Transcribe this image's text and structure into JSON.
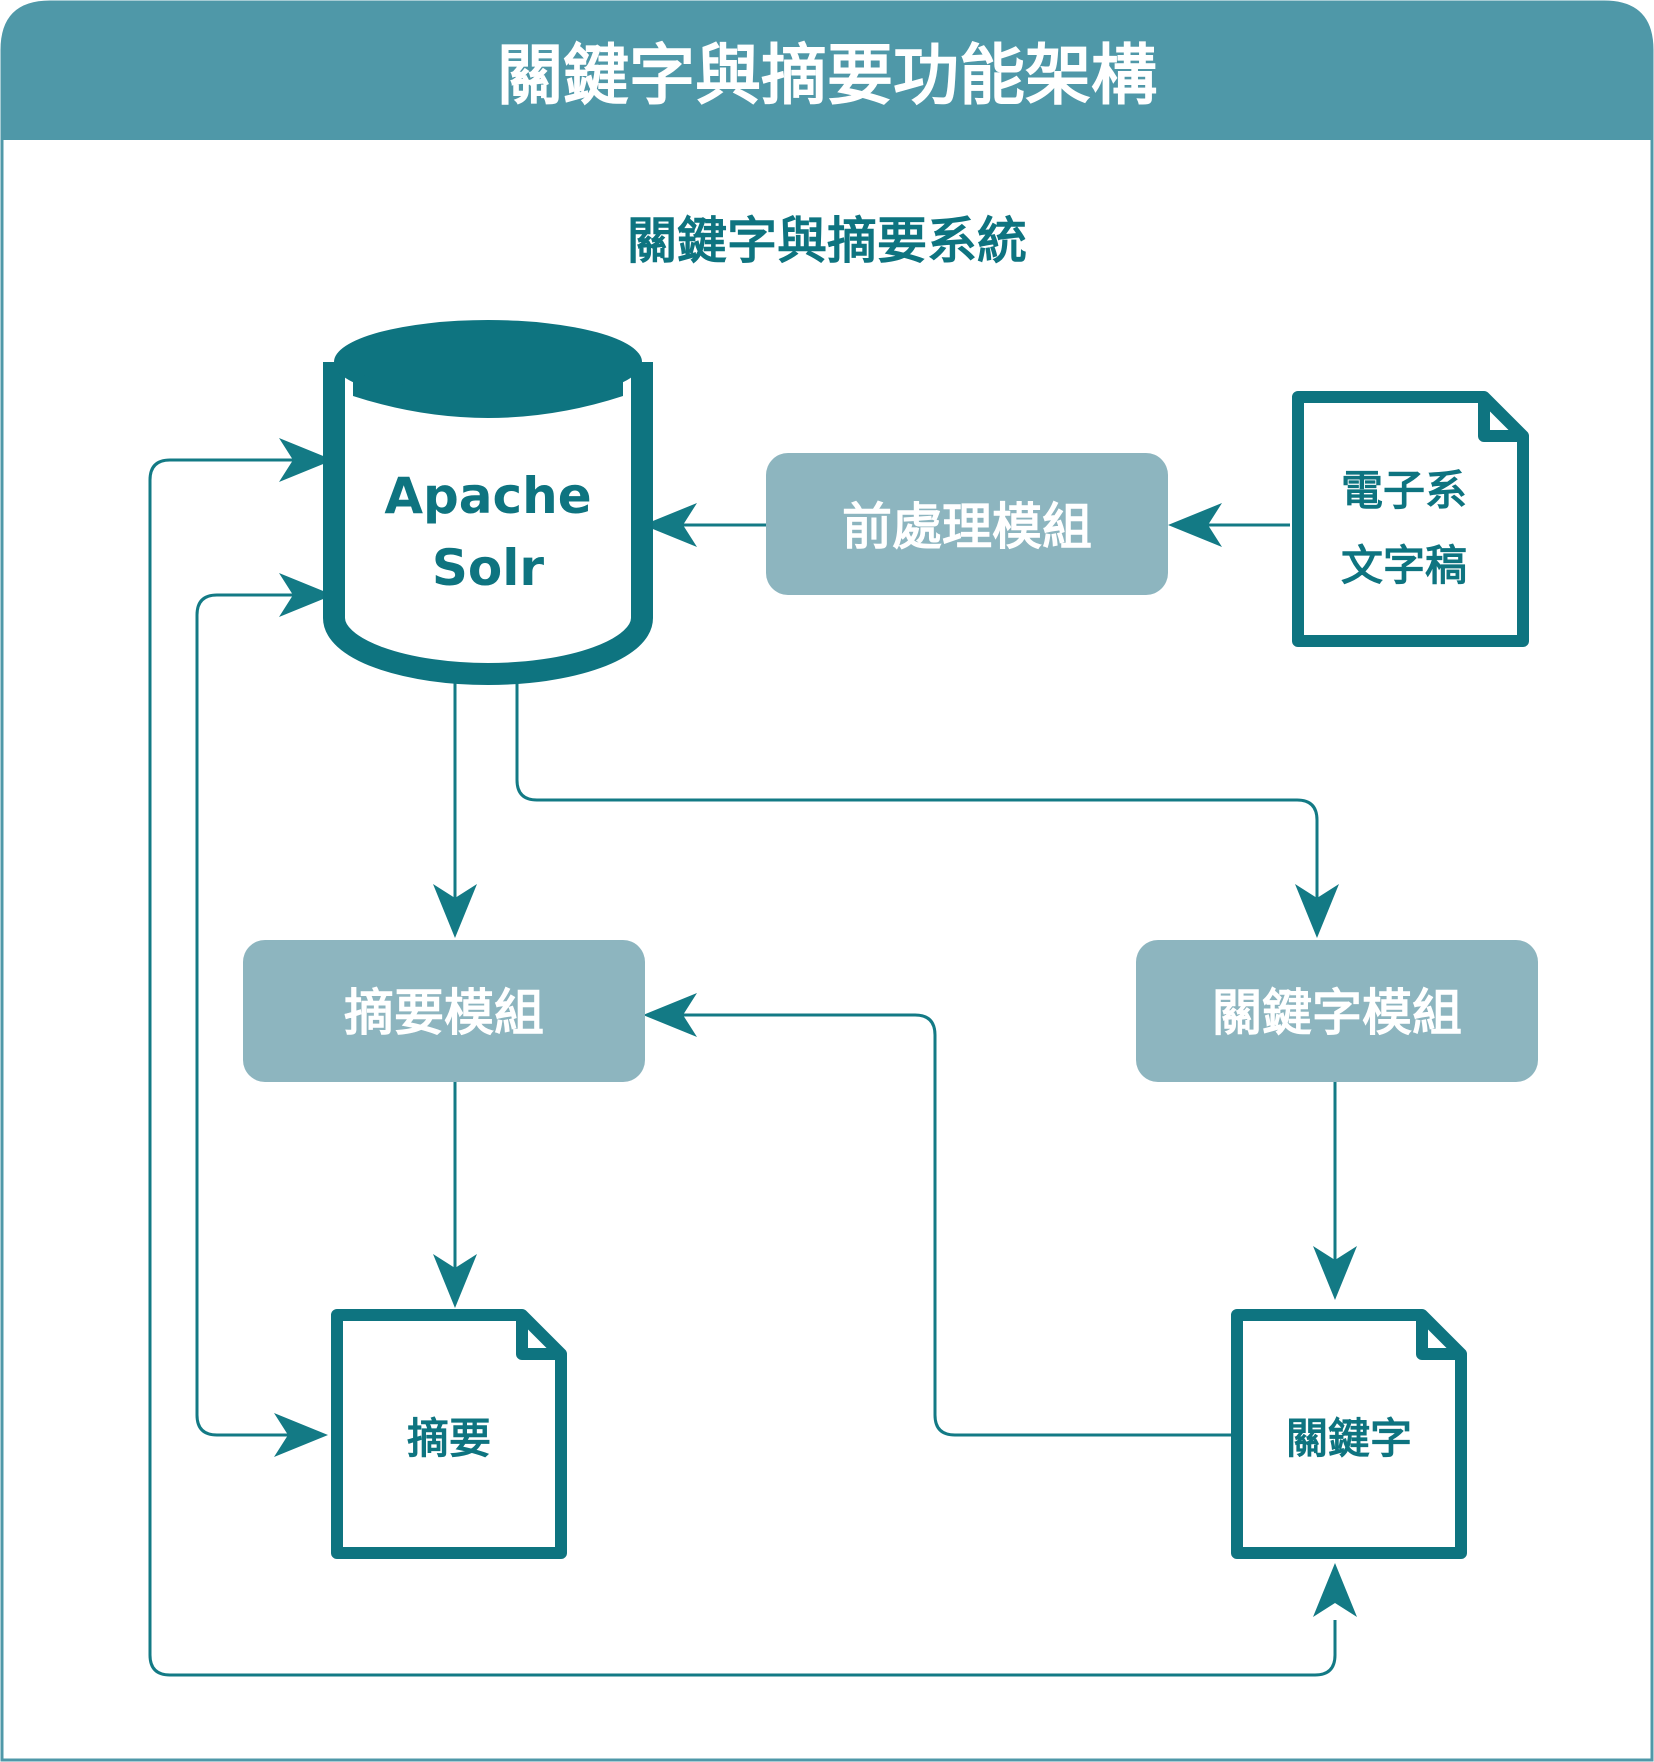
{
  "title": "關鍵字與摘要功能架構",
  "subtitle": "關鍵字與摘要系統",
  "database": {
    "line1": "Apache",
    "line2": "Solr"
  },
  "modules": {
    "preprocess": "前處理模組",
    "summary": "摘要模組",
    "keyword": "關鍵字模組"
  },
  "documents": {
    "source_line1": "電子系",
    "source_line2": "文字稿",
    "summary": "摘要",
    "keyword": "關鍵字"
  },
  "colors": {
    "header": "#4f98a8",
    "accent": "#0e7480",
    "module_fill": "#8db5bf",
    "border": "#4f98a8"
  }
}
